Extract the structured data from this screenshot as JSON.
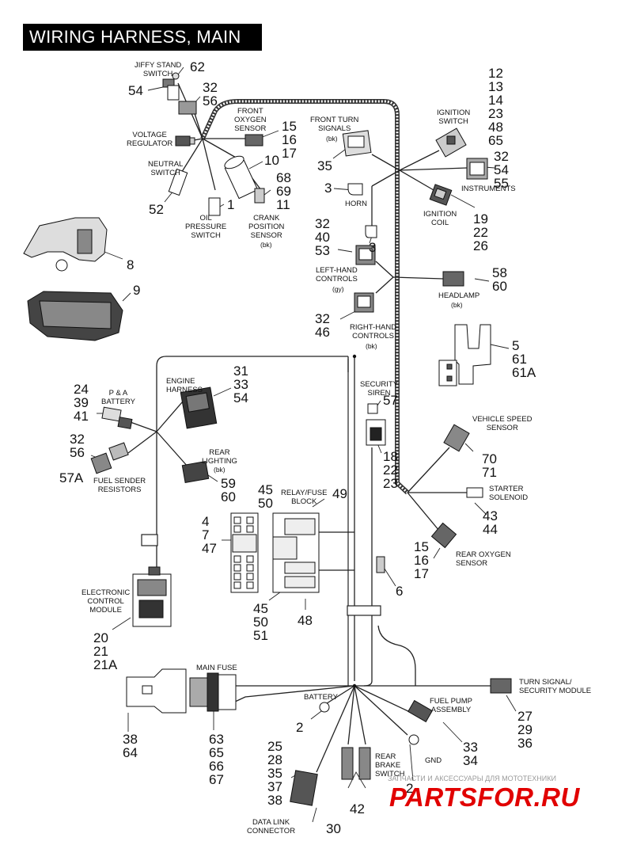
{
  "title": "WIRING HARNESS, MAIN",
  "labels": {
    "jiffy": "JIFFY STAND\nSWITCH",
    "front_oxygen": "FRONT\nOXYGEN\nSENSOR",
    "voltage_reg": "VOLTAGE\nREGULATOR",
    "neutral": "NEUTRAL\nSWITCH",
    "oil_pressure": "OIL\nPRESSURE\nSWITCH",
    "crank": "CRANK\nPOSITION\nSENSOR",
    "crank_sub": "(bk)",
    "front_turn": "FRONT TURN\nSIGNALS",
    "front_turn_sub": "(bk)",
    "horn": "HORN",
    "ignition_switch": "IGNITION\nSWITCH",
    "instruments": "INSTRUMENTS",
    "ignition_coil": "IGNITION\nCOIL",
    "left_controls": "LEFT-HAND\nCONTROLS",
    "left_controls_sub": "(gy)",
    "headlamp": "HEADLAMP",
    "headlamp_sub": "(bk)",
    "right_controls": "RIGHT-HAND\nCONTROLS",
    "right_controls_sub": "(bk)",
    "pa_battery": "P & A\nBATTERY",
    "engine_harness": "ENGINE\nHARNESS",
    "security_siren": "SECURITY\nSIREN",
    "rear_lighting": "REAR\nLIGHTING",
    "rear_lighting_sub": "(bk)",
    "fuel_sender": "FUEL SENDER\nRESISTORS",
    "vehicle_speed": "VEHICLE SPEED\nSENSOR",
    "starter": "STARTER\nSOLENOID",
    "relay_fuse": "RELAY/FUSE\nBLOCK",
    "rear_oxygen": "REAR OXYGEN\nSENSOR",
    "ecm": "ELECTRONIC\nCONTROL\nMODULE",
    "main_fuse": "MAIN FUSE",
    "battery": "BATTERY",
    "fuel_pump": "FUEL PUMP\nASSEMBLY",
    "turn_security": "TURN SIGNAL/\nSECURITY MODULE",
    "gnd": "GND",
    "rear_brake": "REAR\nBRAKE\nSWITCH",
    "data_link": "DATA LINK\nCONNECTOR"
  },
  "callouts": {
    "c62": "62",
    "c54a": "54",
    "c32_56a": "32\n56",
    "c15_16_17a": "15\n16\n17",
    "c10": "10",
    "c68_69_11": "68\n69\n11",
    "c1": "1",
    "c52": "52",
    "c35a": "35",
    "c3a": "3",
    "c3b": "3",
    "c12_65": "12\n13\n14\n23\n48\n65",
    "c32_54_55": "32\n54\n55",
    "c19_22_26": "19\n22\n26",
    "c8": "8",
    "c9": "9",
    "c32_40_53": "32\n40\n53",
    "c58_60": "58\n60",
    "c32_46": "32\n46",
    "c5_61_61a": "5\n61\n61A",
    "c24_39_41": "24\n39\n41",
    "c31_33_54": "31\n33\n54",
    "c57": "57",
    "c32_56b": "32\n56",
    "c57a": "57A",
    "c18_22_23": "18\n22\n23",
    "c70_71": "70\n71",
    "c59_60": "59\n60",
    "c45_50a": "45\n50",
    "c49": "49",
    "c43_44": "43\n44",
    "c4_7_47": "4\n7\n47",
    "c15_16_17b": "15\n16\n17",
    "c6": "6",
    "c45_50_51": "45\n50\n51",
    "c48": "48",
    "c20_21_21a": "20\n21\n21A",
    "c27_29_36": "27\n29\n36",
    "c2a": "2",
    "c33_34": "33\n34",
    "c38_64": "38\n64",
    "c63_67": "63\n65\n66\n67",
    "c25_38": "25\n28\n35\n37\n38",
    "c2b": "2",
    "c42": "42",
    "c30": "30"
  },
  "watermark": {
    "text": "ЗАПЧАСТИ И АКСЕССУАРЫ ДЛЯ МОТОТЕХНИКИ",
    "logo": "PARTSFOR.RU"
  }
}
